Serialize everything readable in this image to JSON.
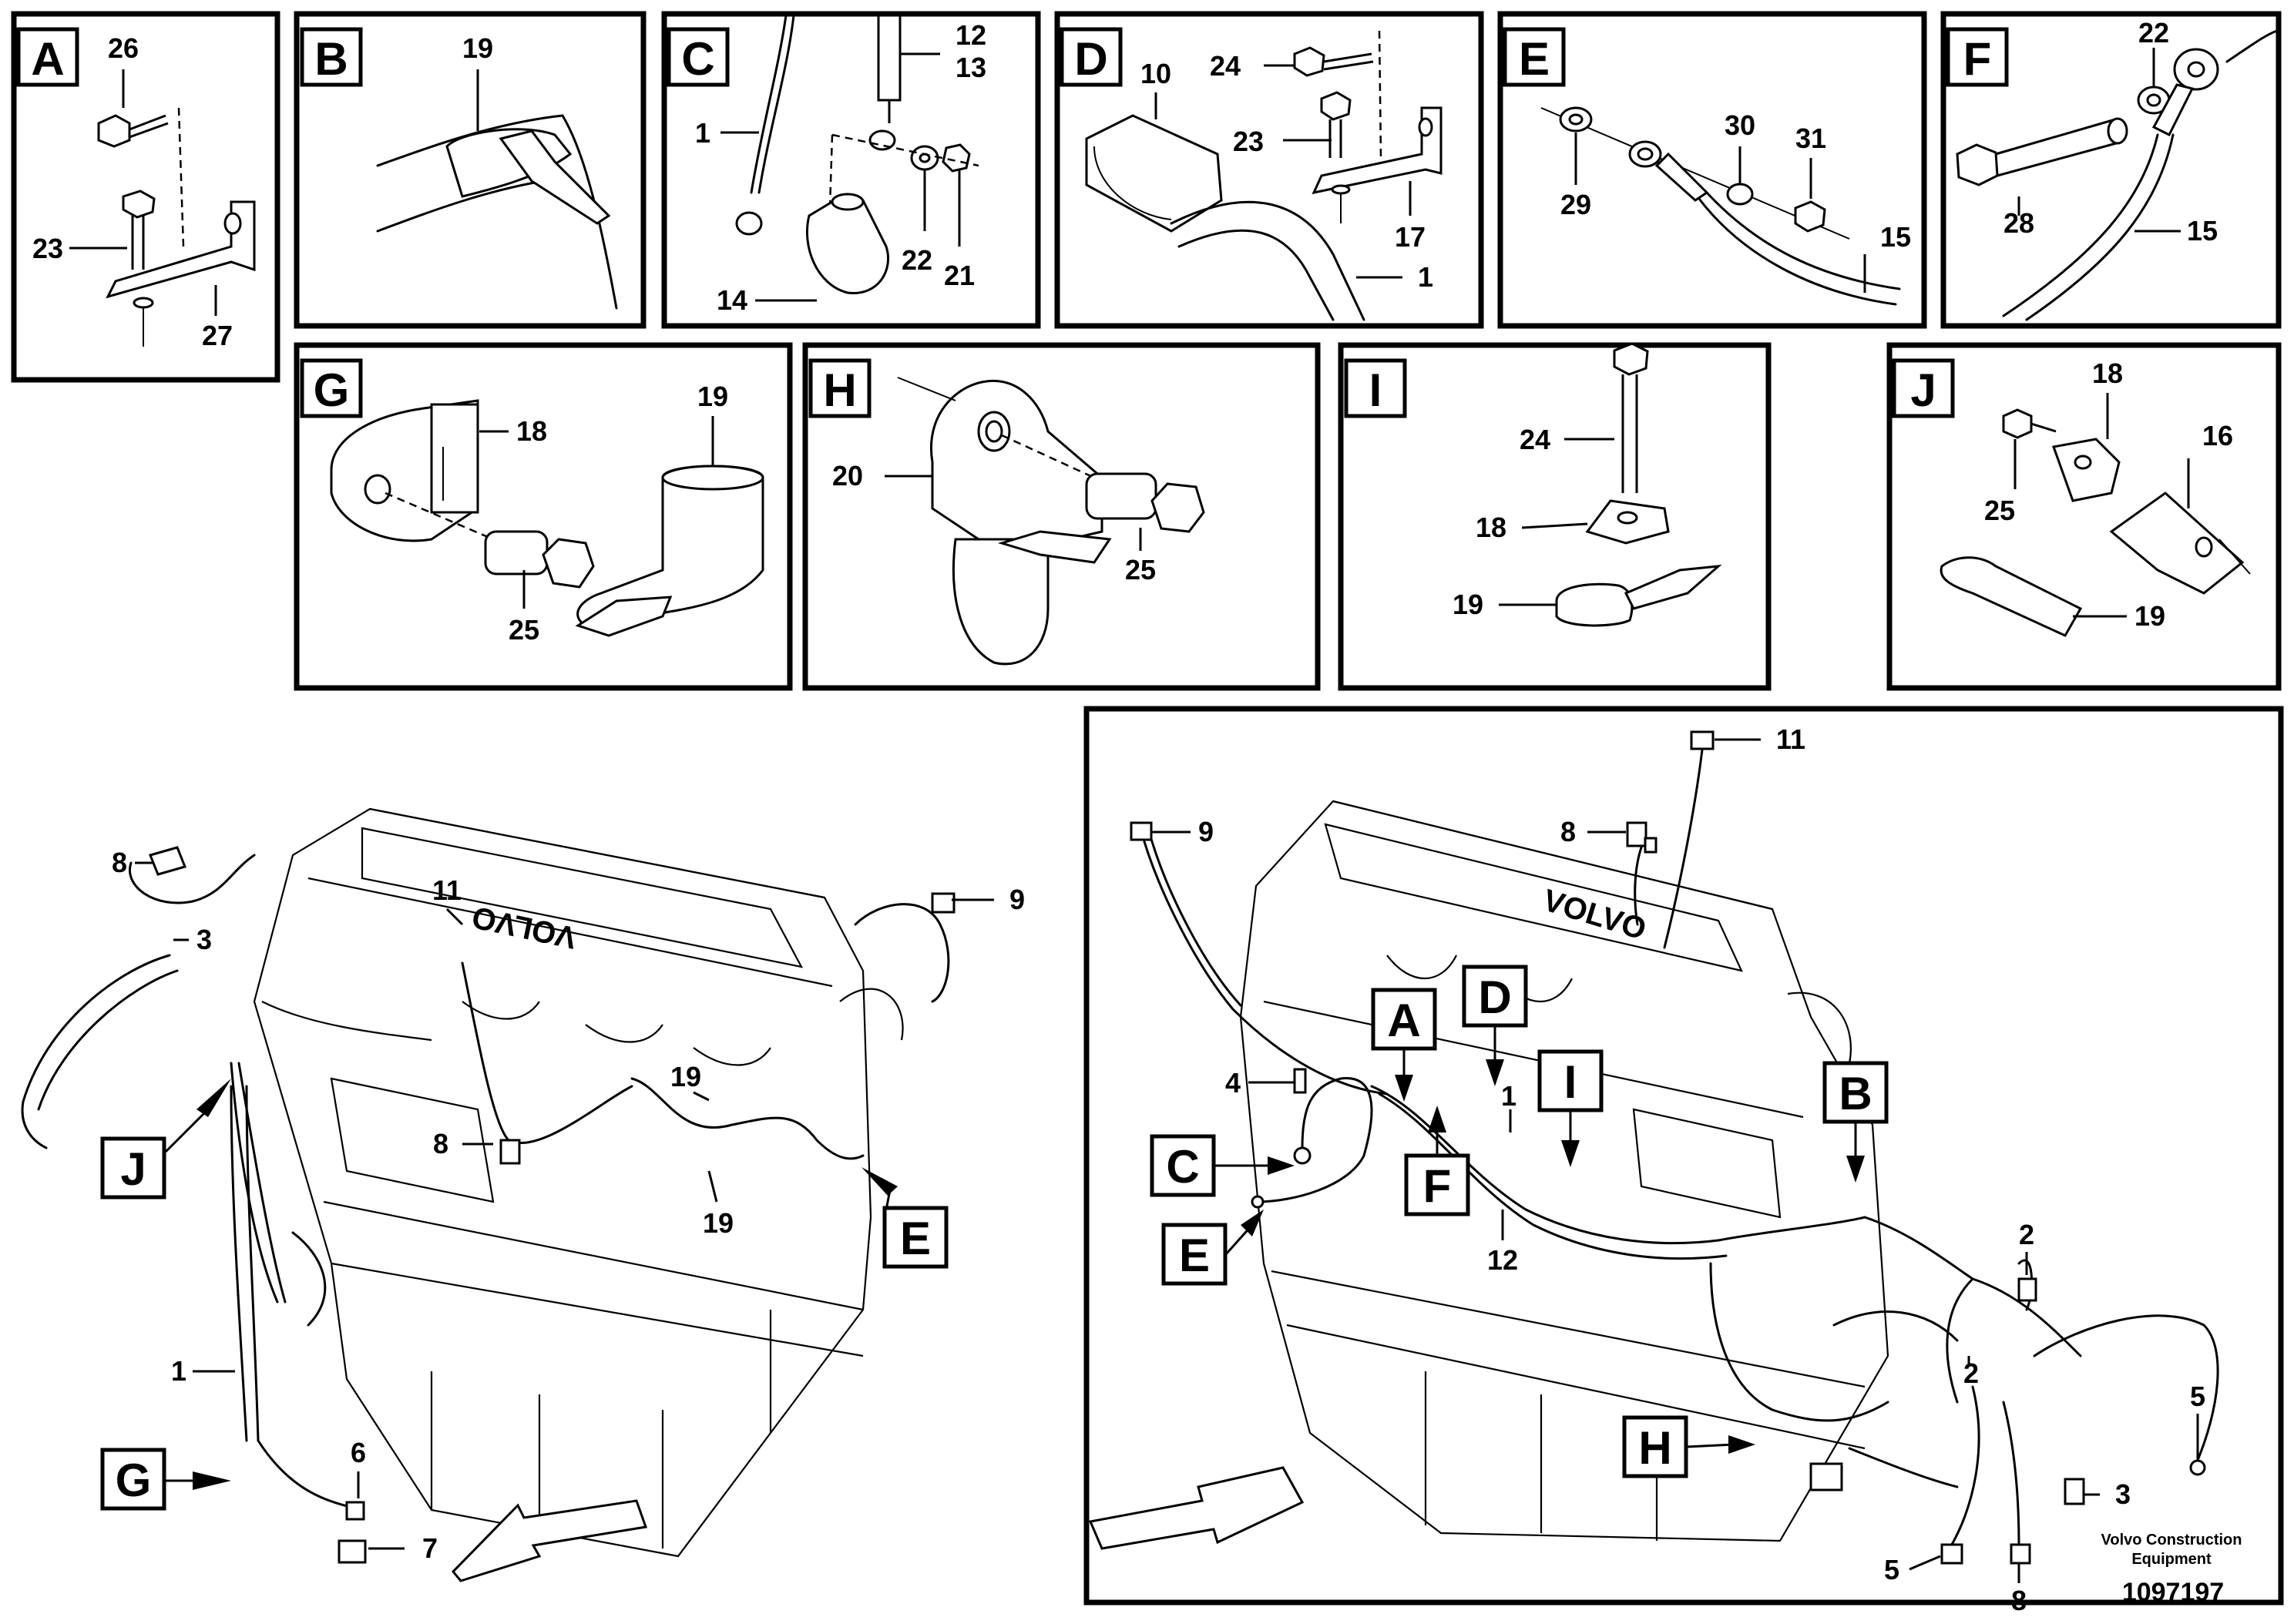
{
  "panels": [
    {
      "letter": "A",
      "labels": [
        "26",
        "23",
        "27"
      ]
    },
    {
      "letter": "B",
      "labels": [
        "19"
      ]
    },
    {
      "letter": "C",
      "labels": [
        "12",
        "13",
        "1",
        "22",
        "21",
        "14"
      ]
    },
    {
      "letter": "D",
      "labels": [
        "10",
        "24",
        "23",
        "17",
        "1"
      ]
    },
    {
      "letter": "E",
      "labels": [
        "30",
        "31",
        "29",
        "15"
      ]
    },
    {
      "letter": "F",
      "labels": [
        "22",
        "28",
        "15"
      ]
    },
    {
      "letter": "G",
      "labels": [
        "18",
        "19",
        "25"
      ]
    },
    {
      "letter": "H",
      "labels": [
        "20",
        "25"
      ]
    },
    {
      "letter": "I",
      "labels": [
        "24",
        "18",
        "19"
      ]
    },
    {
      "letter": "J",
      "labels": [
        "18",
        "16",
        "25",
        "19"
      ]
    }
  ],
  "left_view": {
    "labels": [
      "8",
      "3",
      "11",
      "9",
      "19",
      "8",
      "19",
      "1",
      "6",
      "7"
    ],
    "callouts": [
      "J",
      "E",
      "G"
    ]
  },
  "right_view": {
    "labels": [
      "11",
      "9",
      "8",
      "4",
      "1",
      "12",
      "2",
      "2",
      "5",
      "3",
      "5",
      "8"
    ],
    "callouts": [
      "A",
      "D",
      "I",
      "B",
      "C",
      "F",
      "E",
      "H"
    ]
  },
  "engine_brand": "VOLVO",
  "caption": {
    "line1": "Volvo Construction",
    "line2": "Equipment"
  },
  "document_id": "1097197"
}
